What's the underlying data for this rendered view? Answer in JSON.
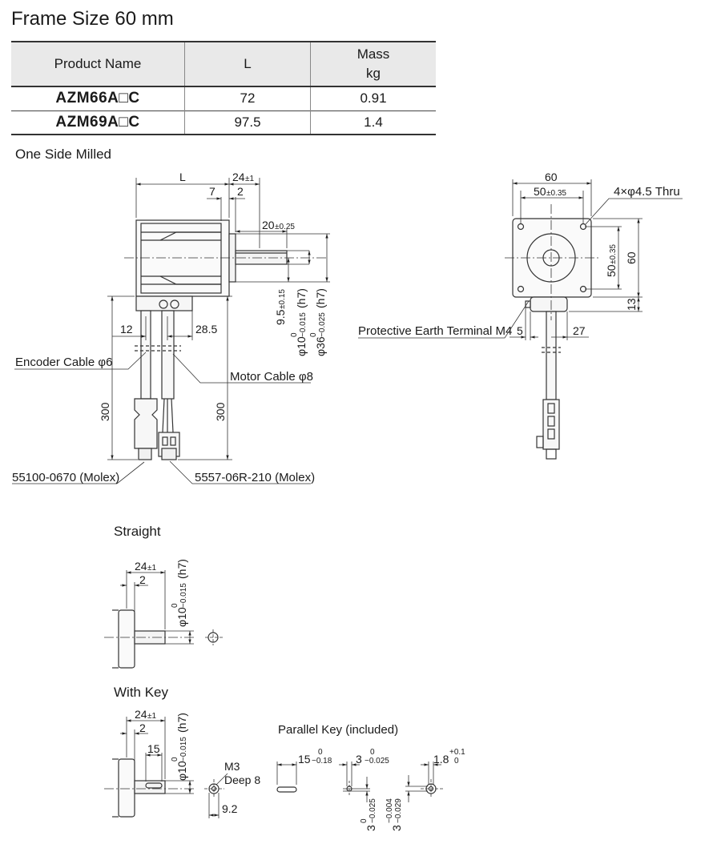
{
  "title": "Frame Size 60 mm",
  "table": {
    "headers": {
      "product_name": "Product Name",
      "l": "L",
      "mass": "Mass",
      "mass_unit": "kg"
    },
    "rows": [
      {
        "product": "AZM66A□C",
        "l": "72",
        "mass": "0.91"
      },
      {
        "product": "AZM69A□C",
        "l": "97.5",
        "mass": "1.4"
      }
    ]
  },
  "drawing": {
    "section_one_side": "One Side Milled",
    "section_straight": "Straight",
    "section_key": "With Key",
    "parallel_key": "Parallel Key (included)",
    "dim_L": "L",
    "dim_24": "24",
    "tol_pm1": "±1",
    "dim_7": "7",
    "dim_2": "2",
    "dim_20": "20",
    "tol_025": "±0.25",
    "dim_95": "9.5",
    "tol_015": "±0.15",
    "dim_phi10": "φ10",
    "dim_phi36": "φ36",
    "tol_zero": "0",
    "tol_m0015": "−0.015",
    "tol_m0025": "−0.025",
    "h7": "(h7)",
    "dim_12": "12",
    "dim_285": "28.5",
    "encoder_cable": "Encoder Cable φ6",
    "motor_cable": "Motor Cable φ8",
    "dim_300": "300",
    "conn_encoder": "55100-0670 (Molex)",
    "conn_motor": "5557-06R-210 (Molex)",
    "dim_60": "60",
    "dim_50": "50",
    "tol_035": "±0.35",
    "holes": "4×φ4.5 Thru",
    "dim_13": "13",
    "pe_terminal": "Protective Earth Terminal M4",
    "dim_5": "5",
    "dim_27": "27",
    "dim_15": "15",
    "m3": "M3",
    "deep8": "Deep 8",
    "dim_92": "9.2",
    "key_15": "15",
    "tol_m018": "−0.18",
    "key_3": "3",
    "key_18": "1.8",
    "tol_p01": "+0.1",
    "tol_m0004": "−0.004",
    "tol_m0029": "−0.029"
  }
}
